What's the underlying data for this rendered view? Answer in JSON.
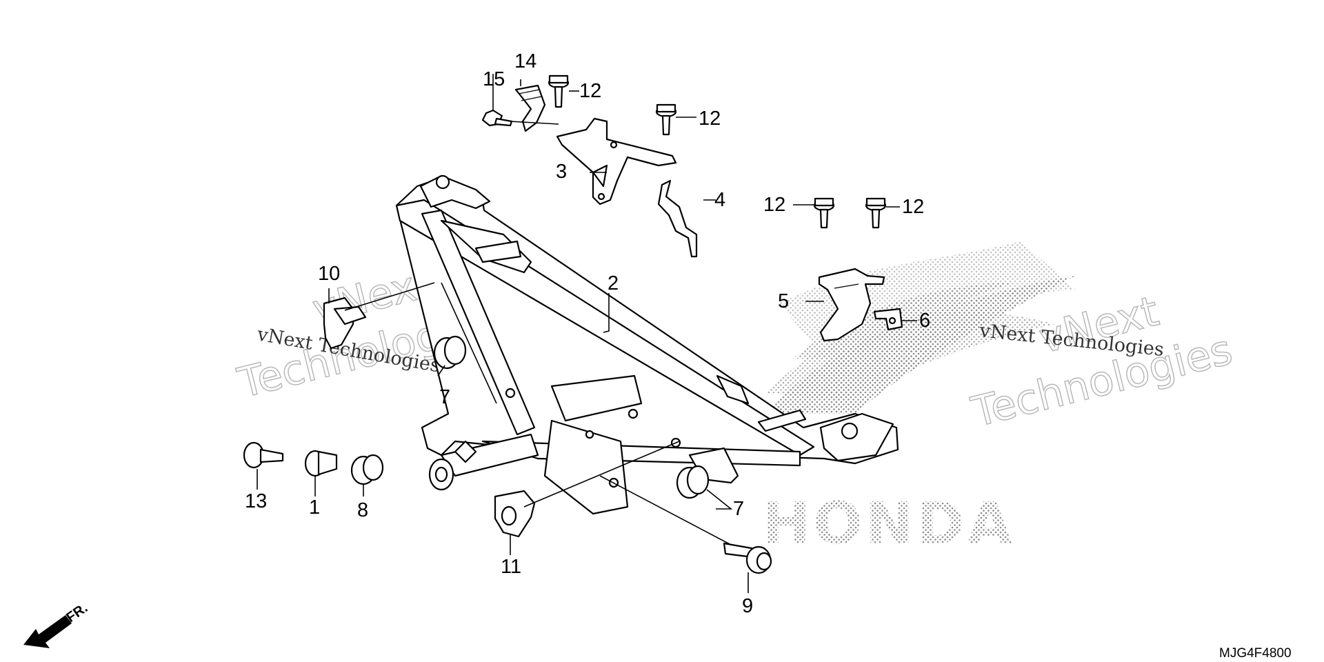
{
  "diagram": {
    "part_code": "MJG4F4800",
    "front_indicator": "FR.",
    "brand_logo_text": "HONDA",
    "watermarks": [
      {
        "line1": "vNext Technologies",
        "line2": "vNext",
        "line3": "Technologies"
      },
      {
        "line1": "vNext Technologies",
        "line2": "vNext",
        "line3": "Technologies"
      }
    ],
    "callouts": {
      "c1": "1",
      "c2": "2",
      "c3": "3",
      "c4": "4",
      "c5": "5",
      "c6": "6",
      "c7a": "7",
      "c7b": "7",
      "c8": "8",
      "c9": "9",
      "c10": "10",
      "c11": "11",
      "c12a": "12",
      "c12b": "12",
      "c12c": "12",
      "c12d": "12",
      "c13": "13",
      "c14": "14",
      "c15": "15"
    }
  }
}
